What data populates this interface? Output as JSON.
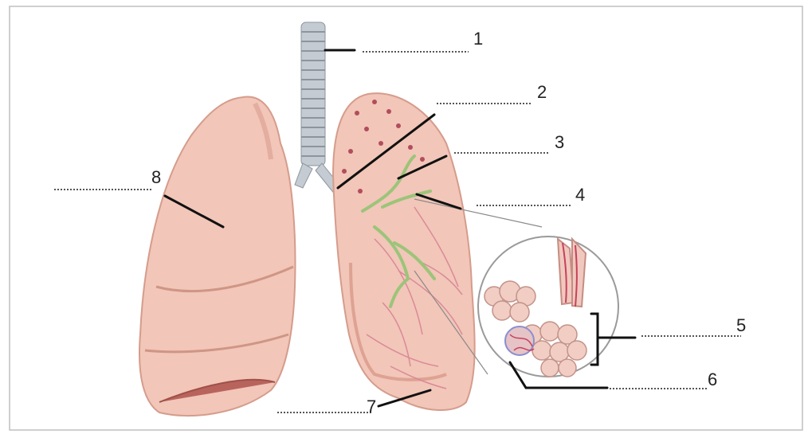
{
  "labels": {
    "l1": "1",
    "l2": "2",
    "l3": "3",
    "l4": "4",
    "l5": "5",
    "l6": "6",
    "l7": "7",
    "l8": "8"
  },
  "colors": {
    "lung": "#f2c6b8",
    "lung_shadow": "#dea293",
    "trachea": "#c4cbd2",
    "bronchi": "#9cc47a",
    "vessels": "#d98a98"
  }
}
